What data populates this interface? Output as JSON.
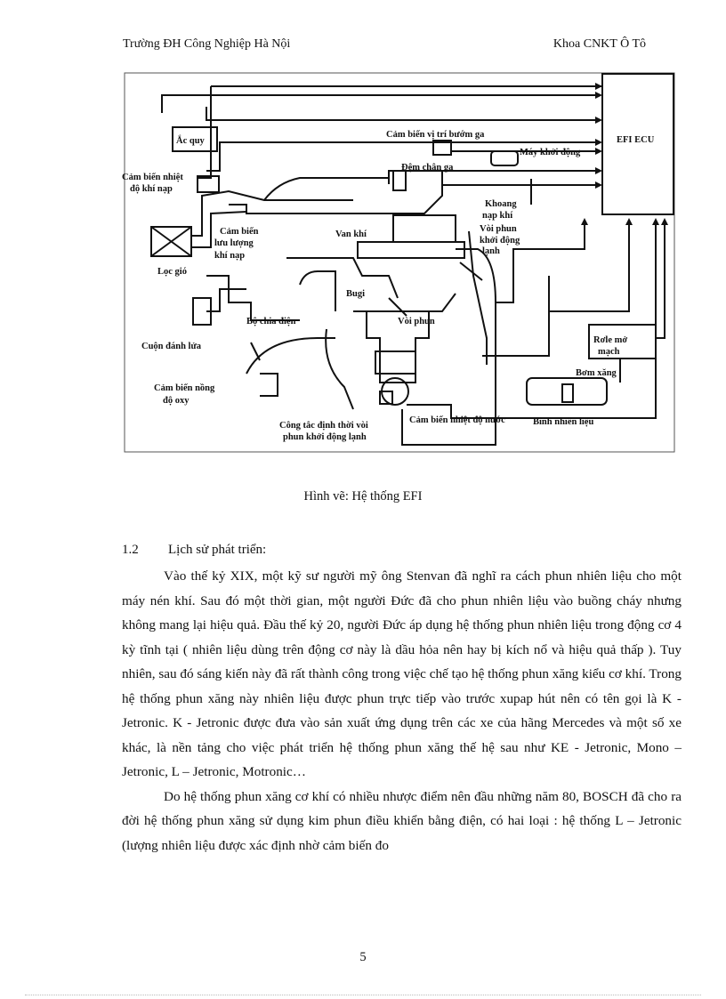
{
  "header": {
    "left": "Trường ĐH Công Nghiệp Hà Nội",
    "right": "Khoa CNKT Ô Tô"
  },
  "figure": {
    "labels": {
      "ecu": "EFI ECU",
      "battery": "Ắc quy",
      "throttle_sensor": "Cảm biến vị trí bướm ga",
      "starter": "Máy khởi động",
      "dashpot": "Đệm chân ga",
      "intake_temp_1": "Cảm biến nhiệt",
      "intake_temp_2": "độ khí nạp",
      "airflow_1": "Cảm biến",
      "airflow_2": "lưu lượng",
      "airflow_3": "khí nạp",
      "air_valve": "Van khí",
      "intake_chamber_1": "Khoang",
      "intake_chamber_2": "nạp khí",
      "cold_injector_1": "Vòi phun",
      "cold_injector_2": "khởi động",
      "cold_injector_3": "lạnh",
      "air_filter": "Lọc gió",
      "spark_plug": "Bugi",
      "distributor": "Bộ chia điện",
      "injector": "Vòi phun",
      "ignition_coil": "Cuộn đánh lửa",
      "relay_1": "Rơle mở",
      "relay_2": "mạch",
      "fuel_pump": "Bơm xăng",
      "oxygen_sensor_1": "Cảm biến nồng",
      "oxygen_sensor_2": "độ oxy",
      "coolant_sensor": "Cảm biến nhiệt độ nước",
      "fuel_tank": "Bình nhiên liệu",
      "timer_switch_1": "Công tắc định thời vòi",
      "timer_switch_2": "phun khởi động lạnh"
    }
  },
  "caption": "Hình vẽ: Hệ thống EFI",
  "section": {
    "number": "1.2",
    "title": "Lịch sử phát triển:"
  },
  "paragraphs": [
    "Vào thế kỷ XIX, một kỹ sư người mỹ ông Stenvan đã nghĩ ra cách phun nhiên liệu cho một máy nén khí. Sau đó một thời gian, một người Đức đã cho phun nhiên liệu vào buồng cháy nhưng không mang lại hiệu quả. Đầu thế kỷ 20, người Đức áp dụng hệ thống phun nhiên liệu trong động cơ 4 kỳ tĩnh tại ( nhiên liệu dùng trên động cơ này là dầu hỏa nên hay bị kích nổ và hiệu quả thấp ). Tuy nhiên, sau đó sáng kiến này đã rất thành công trong việc chế tạo hệ thống phun xăng kiểu cơ khí. Trong hệ thống phun xăng này nhiên liệu được phun trực tiếp vào trước xupap hút nên có tên gọi là K - Jetronic. K - Jetronic được đưa vào sản xuất ứng dụng trên các xe của hãng Mercedes và một số xe khác, là nền tảng cho việc phát triển hệ thống phun xăng thế hệ sau như KE - Jetronic, Mono – Jetronic, L – Jetronic, Motronic…",
    "Do hệ thống phun xăng cơ khí có nhiều nhược điểm nên đầu những năm 80, BOSCH đã cho ra đời hệ thống phun xăng sử dụng kim phun điều khiển bằng điện, có hai loại : hệ thống L – Jetronic (lượng nhiên liệu được xác định nhờ cảm biến đo"
  ],
  "page_number": "5"
}
